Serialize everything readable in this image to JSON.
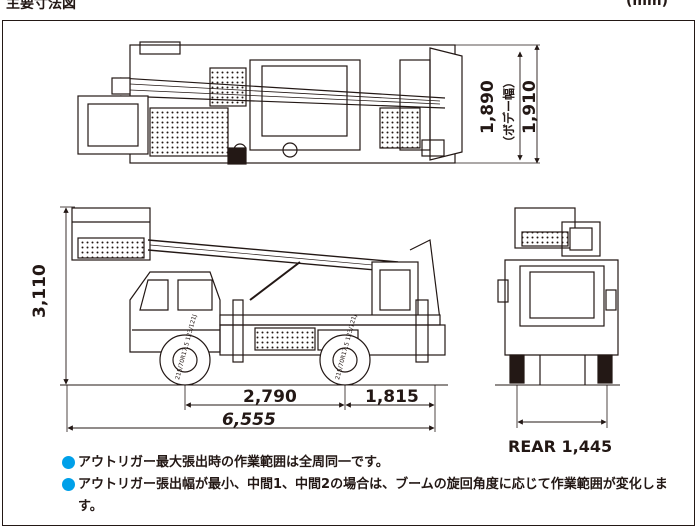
{
  "header": {
    "title_fragment": "主要寸法図",
    "right_fragment": "(mm)"
  },
  "dimensions": {
    "height": "3,110",
    "wheelbase": "2,790",
    "rear_overhang": "1,815",
    "overall_length": "6,555",
    "width": "1,890",
    "body_width_note": "（ボデー幅）",
    "body_width": "1,910",
    "rear_view": "REAR 1,445"
  },
  "tire_labels": {
    "front": "215/70R17.5 123/121J",
    "rear": "215/70R17.5 123/121J"
  },
  "notes": [
    "アウトリガー最大張出時の作業範囲は全周同一です。",
    "アウトリガー張出幅が最小、中間1、中間2の場合は、ブームの旋回角度に応じて作業範囲が変化します。"
  ],
  "colors": {
    "bullet": "#00a0e9",
    "line": "#231815"
  }
}
